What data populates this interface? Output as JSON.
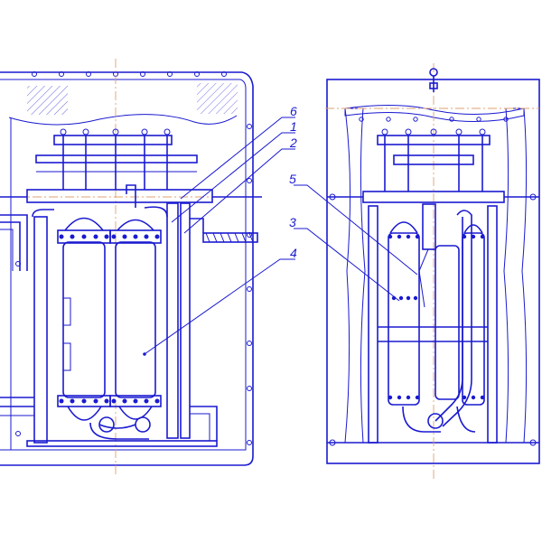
{
  "callouts": [
    {
      "id": "6",
      "label": "6"
    },
    {
      "id": "1",
      "label": "1"
    },
    {
      "id": "2",
      "label": "2"
    },
    {
      "id": "5",
      "label": "5"
    },
    {
      "id": "3",
      "label": "3"
    },
    {
      "id": "4",
      "label": "4"
    }
  ],
  "colors": {
    "line": "#1a1ad0",
    "axis": "#e0a070",
    "background": "#ffffff"
  }
}
